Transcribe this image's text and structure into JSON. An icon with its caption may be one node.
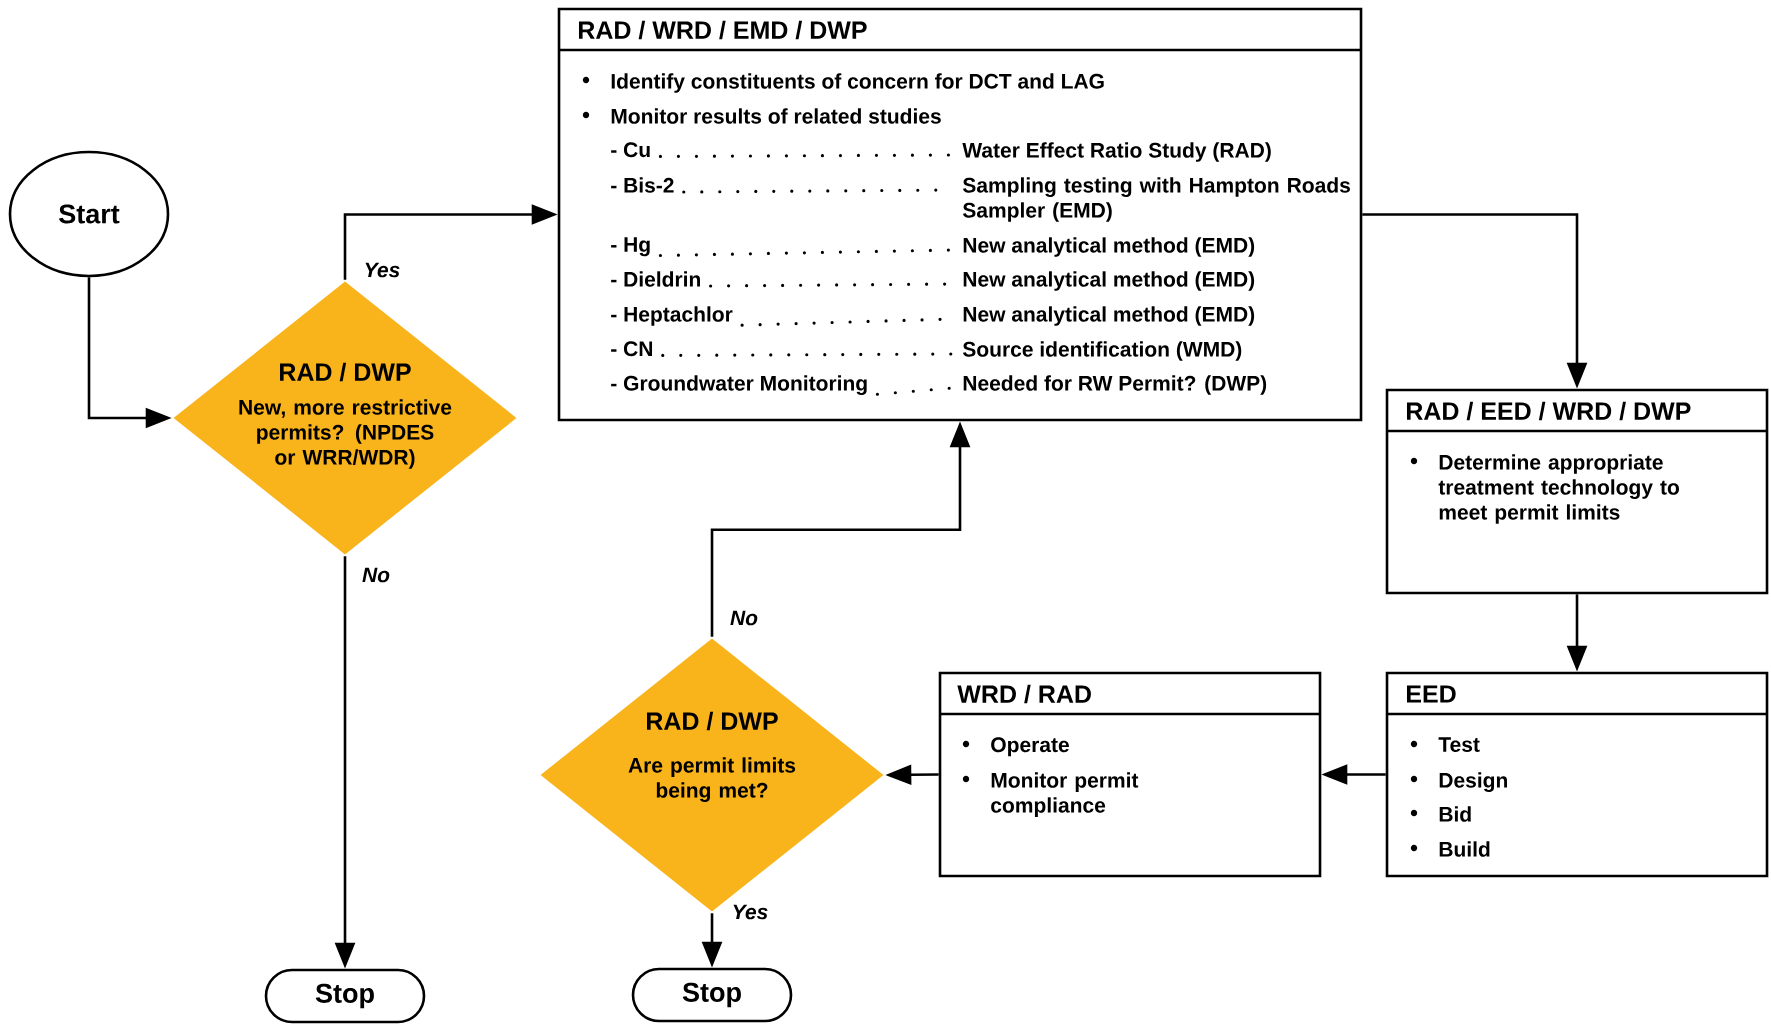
{
  "diagram": {
    "nodes": [
      {
        "text": [
          "Start"
        ]
      },
      {
        "text": [
          "RAD / DWP",
          "New, more restrictive permits? (NPDES or WRR/WDR)"
        ]
      },
      {
        "text": [
          "Stop"
        ]
      },
      {
        "text": [
          "RAD / WRD / EMD / DWP",
          "Identify constituents of concern for DCT and LAG",
          "Monitor results of related studies",
          "- Cu",
          "Water Effect Ratio Study (RAD)",
          "- Bis-2",
          "Sampling testing with Hampton Roads Sampler (EMD)",
          "- Hg",
          "New analytical method (EMD)",
          "- Dieldrin",
          "New analytical method (EMD)",
          "- Heptachlor",
          "New analytical method (EMD)",
          "- CN",
          "Source identification (WMD)",
          "- Groundwater Monitoring",
          "Needed for RW Permit? (DWP)"
        ]
      },
      {
        "text": [
          "RAD / EED / WRD / DWP",
          "Determine appropriate treatment technology to meet permit limits"
        ]
      },
      {
        "text": [
          "EED",
          "Test",
          "Design",
          "Bid",
          "Build"
        ]
      },
      {
        "text": [
          "WRD / RAD",
          "Operate",
          "Monitor permit compliance"
        ]
      },
      {
        "text": [
          "RAD / DWP",
          "Are permit limits being met?"
        ]
      },
      {
        "text": [
          "Stop"
        ]
      }
    ],
    "edges": [
      {
        "from": 0,
        "to": 1,
        "arrow": "to"
      },
      {
        "from": 1,
        "to": 3,
        "arrow": "to",
        "label": "Yes"
      },
      {
        "from": 1,
        "to": 2,
        "arrow": "to",
        "label": "No"
      },
      {
        "from": 3,
        "to": 4,
        "arrow": "to"
      },
      {
        "from": 4,
        "to": 5,
        "arrow": "to"
      },
      {
        "from": 5,
        "to": 6,
        "arrow": "to"
      },
      {
        "from": 6,
        "to": 7,
        "arrow": "to"
      },
      {
        "from": 7,
        "to": 3,
        "arrow": "to",
        "label": "No"
      },
      {
        "from": 7,
        "to": 8,
        "arrow": "to",
        "label": "Yes"
      }
    ]
  }
}
